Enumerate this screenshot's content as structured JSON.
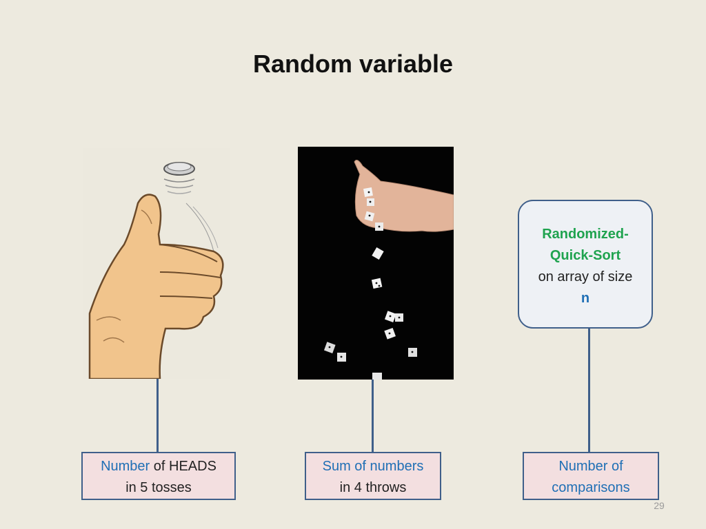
{
  "slide": {
    "title": "Random variable",
    "page_number": "29"
  },
  "coin_example": {
    "image_icon": "thumb-flipping-coin",
    "label_line1_highlight": "Number",
    "label_line1_rest": " of HEADS",
    "label_line2": "in 5 tosses"
  },
  "dice_example": {
    "image_icon": "hand-dropping-dice",
    "label_line1": "Sum of numbers",
    "label_line2": "in 4 throws"
  },
  "quicksort_example": {
    "box_line1": "Randomized-",
    "box_line2": "Quick-Sort",
    "box_line3": "on array of size",
    "box_line4": "n",
    "label_line1": "Number of",
    "label_line2": "comparisons"
  },
  "colors": {
    "background": "#edeadf",
    "connector": "#3f5f8a",
    "label_fill": "#f3dfe0",
    "highlight_blue": "#1f6fb5",
    "highlight_green": "#1fa34f"
  }
}
